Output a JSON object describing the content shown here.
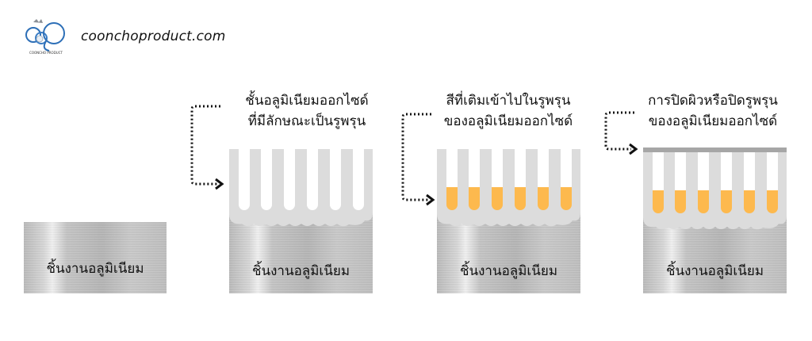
{
  "brand": {
    "logo_icon": "coonchoproduct-logo-icon",
    "logo_subtext": "COONCHO PRODUCT",
    "site": "coonchoproduct.com"
  },
  "colors": {
    "oxide_layer": "#dcdcdc",
    "pore_interior": "#ffffff",
    "dye_fill": "#fdb94e",
    "seal_bar": "#a6a6a6",
    "metal_base": "#c0c0c0",
    "arrow": "#111111"
  },
  "stages": [
    {
      "id": "base",
      "caption_lines": [],
      "label": "ชิ้นงานอลูมิเนียม"
    },
    {
      "id": "porous-oxide",
      "caption_lines": [
        "ชั้นอลูมิเนียมออกไซด์",
        "ที่มีลักษณะเป็นรูพรุน"
      ],
      "label": "ชิ้นงานอลูมิเนียม",
      "pores": 6
    },
    {
      "id": "dyed",
      "caption_lines": [
        "สีที่เติมเข้าไปในรูพรุน",
        "ของอลูมิเนียมออกไซด์"
      ],
      "label": "ชิ้นงานอลูมิเนียม",
      "pores": 6
    },
    {
      "id": "sealed",
      "caption_lines": [
        "การปิดผิวหรือปิดรูพรุน",
        "ของอลูมิเนียมออกไซด์"
      ],
      "label": "ชิ้นงานอลูมิเนียม",
      "pores": 6
    }
  ]
}
